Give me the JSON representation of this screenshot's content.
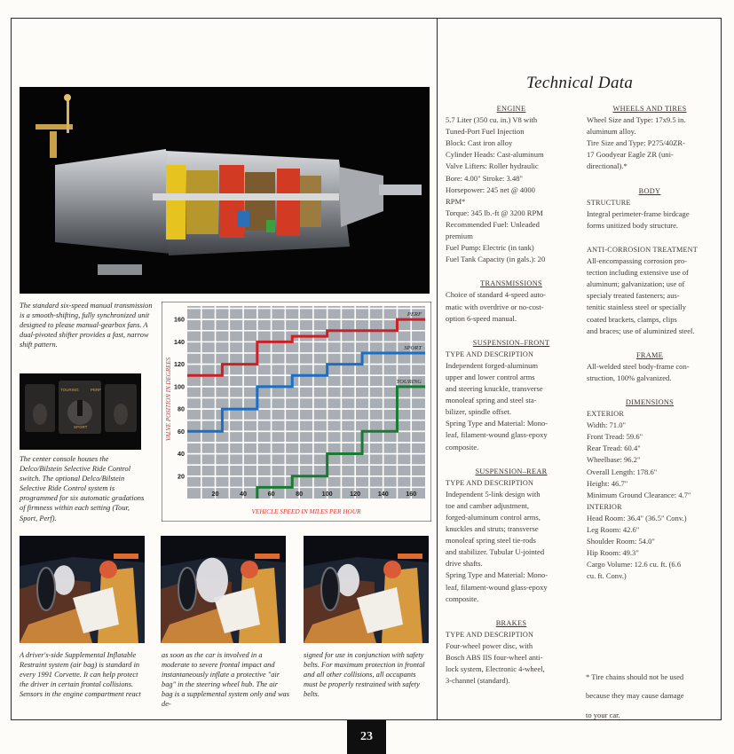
{
  "page_number": "23",
  "title": "Technical Data",
  "captions": {
    "transmission": "The standard six-speed manual transmission is a smooth-shifting, fully synchronized unit designed to please manual-gearbox fans. A dual-pivoted shifter provides a fast, narrow shift pattern.",
    "console": "The center console houses the Delco/Bilstein Selective Ride Control switch. The optional Delco/Bilstein Selective Ride Control system is programmed for six automatic gradations of firmness within each setting (Tour, Sport, Perf).",
    "airbag_1": "A driver's-side Supplemental Inflatable Restraint system (air bag) is standard in every 1991 Corvette. It can help protect the driver in certain frontal collisions. Sensors in the engine compartment react",
    "airbag_2": "as soon as the car is involved in a moderate to severe frontal impact and instantaneously inflate a protective \"air bag\" in the steering wheel hub. The air bag is a supplemental system only and was de-",
    "airbag_3": "signed for use in conjunction with safety belts. For maximum protection in frontal and all other collisions, all occupants must be properly restrained with safety belts."
  },
  "console_labels": [
    "TOURING",
    "SPORT",
    "PERF"
  ],
  "chart_data": {
    "type": "line",
    "title": "",
    "xlabel": "VEHICLE SPEED IN MILES PER HOUR",
    "ylabel": "VALVE POSITION IN DEGREES",
    "x_ticks": [
      "20",
      "40",
      "60",
      "80",
      "100",
      "120",
      "140",
      "160"
    ],
    "y_ticks": [
      "20",
      "40",
      "60",
      "80",
      "100",
      "120",
      "140",
      "160"
    ],
    "xlim": [
      0,
      170
    ],
    "ylim": [
      0,
      172
    ],
    "grid": true,
    "background": "#a9aeb4",
    "series": [
      {
        "name": "PERF",
        "color": "#cc2028",
        "x": [
          0,
          25,
          25,
          50,
          50,
          75,
          75,
          100,
          100,
          150,
          150,
          170
        ],
        "y": [
          110,
          110,
          120,
          120,
          140,
          140,
          145,
          145,
          150,
          150,
          160,
          160
        ]
      },
      {
        "name": "SPORT",
        "color": "#1a6fc4",
        "x": [
          0,
          25,
          25,
          50,
          50,
          75,
          75,
          100,
          100,
          125,
          125,
          170
        ],
        "y": [
          60,
          60,
          80,
          80,
          100,
          100,
          110,
          110,
          120,
          120,
          130,
          130
        ]
      },
      {
        "name": "TOURING",
        "color": "#1a7a34",
        "x": [
          50,
          50,
          75,
          75,
          100,
          100,
          125,
          125,
          150,
          150,
          170
        ],
        "y": [
          0,
          10,
          10,
          20,
          20,
          40,
          40,
          60,
          60,
          100,
          100
        ]
      }
    ]
  },
  "spec_left": {
    "engine": {
      "heading": "ENGINE",
      "lines": [
        "5.7 Liter (350 cu. in.) V8 with",
        "Tuned-Port Fuel Injection",
        "Block: Cast iron alloy",
        "Cylinder Heads: Cast-aluminum",
        "Valve Lifters: Roller hydraulic",
        "Bore: 4.00\" Stroke: 3.48\"",
        "Horsepower: 245 net @ 4000",
        "RPM*",
        "Torque: 345 lb.-ft @ 3200 RPM",
        "Recommended Fuel: Unleaded",
        "premium",
        "Fuel Pump: Electric (in tank)",
        "Fuel Tank Capacity (in gals.): 20"
      ]
    },
    "transmissions": {
      "heading": "TRANSMISSIONS",
      "lines": [
        "Choice of standard 4-speed auto-",
        "matic with overdrive or no-cost-",
        "option 6-speed manual."
      ]
    },
    "susp_front": {
      "heading": "SUSPENSION–FRONT",
      "sub": "TYPE AND DESCRIPTION",
      "lines": [
        "Independent forged-aluminum",
        "upper and lower control arms",
        "and steering knuckle, transverse",
        "monoleaf spring and steel sta-",
        "bilizer, spindle offset.",
        "Spring Type and Material: Mono-",
        "leaf, filament-wound glass-epoxy",
        "composite."
      ]
    },
    "susp_rear": {
      "heading": "SUSPENSION–REAR",
      "sub": "TYPE AND DESCRIPTION",
      "lines": [
        "Independent 5-link design with",
        "toe and camber adjustment,",
        "forged-aluminum control arms,",
        "knuckles and struts; transverse",
        "monoleaf spring steel tie-rods",
        "and stabilizer.  Tubular U-jointed",
        "drive shafts.",
        "Spring Type and Material: Mono-",
        "leaf, filament-wound glass-epoxy",
        "composite."
      ]
    },
    "brakes": {
      "heading": "BRAKES",
      "sub": "TYPE AND DESCRIPTION",
      "lines": [
        "Four-wheel power disc, with",
        "Bosch ABS IIS four-wheel anti-",
        "lock system, Electronic 4-wheel,",
        "3-channel (standard)."
      ]
    }
  },
  "spec_right": {
    "wheels": {
      "heading": "WHEELS AND TIRES",
      "lines": [
        "Wheel Size and Type: 17x9.5 in.",
        "aluminum alloy.",
        "Tire Size and Type: P275/40ZR-",
        "17 Goodyear Eagle ZR (uni-",
        "directional).*"
      ]
    },
    "body": {
      "heading": "BODY",
      "sub": "STRUCTURE",
      "lines": [
        "Integral perimeter-frame birdcage",
        "forms unitized body structure."
      ],
      "sub2": "ANTI-CORROSION TREATMENT",
      "lines2": [
        "All-encompassing corrosion pro-",
        "tection including extensive use of",
        "aluminum; galvanization; use of",
        "specialy treated fasteners; aus-",
        "tenitic stainless steel or specially",
        "coated brackets, clamps, clips",
        "and braces; use of aluminized steel."
      ]
    },
    "frame": {
      "heading": "FRAME",
      "lines": [
        "All-welded steel body-frame con-",
        "struction, 100% galvanized."
      ]
    },
    "dimensions": {
      "heading": "DIMENSIONS",
      "sub": "EXTERIOR",
      "lines": [
        "Width: 71.0\"",
        "Front Tread: 59.6\"",
        "Rear Tread: 60.4\"",
        "Wheelbase: 96.2\"",
        "Overall Length: 178.6\"",
        "Height: 46.7\"",
        "Minimum Ground Clearance: 4.7\""
      ],
      "sub2": "INTERIOR",
      "lines2": [
        "Head Room: 36.4\" (36.5\" Conv.)",
        "Leg Room: 42.6\"",
        "Shoulder Room: 54.0\"",
        "Hip Room: 49.3\"",
        "Cargo Volume: 12.6 cu. ft. (6.6",
        "cu. ft. Conv.)"
      ]
    },
    "footnote": [
      "* Tire chains should not be used",
      "because they may cause damage",
      "to your car."
    ]
  }
}
